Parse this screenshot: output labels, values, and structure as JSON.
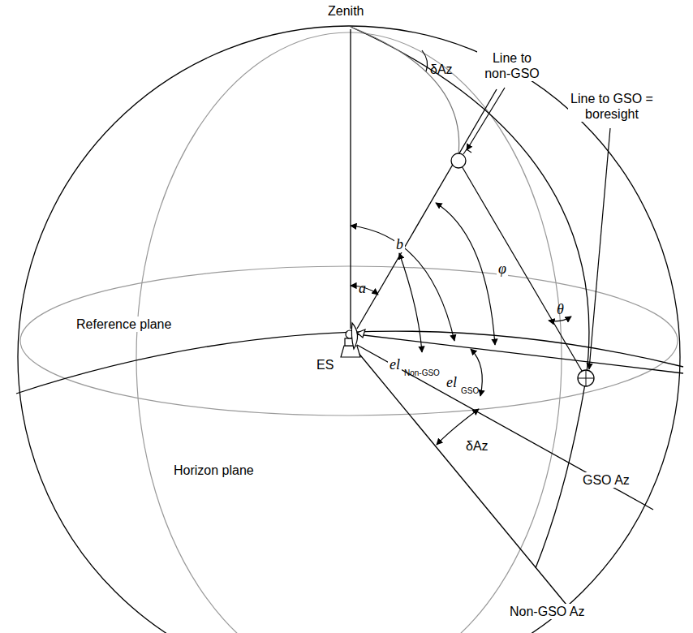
{
  "diagram": {
    "labels": [
      "Zenith",
      "Line to non-GSO",
      "Line to GSO = boresight",
      "δAz",
      "b",
      "a",
      "φ",
      "θ",
      "Reference plane",
      "ES",
      "el",
      "Non-GSO",
      "el",
      "GSO",
      "δAz",
      "GSO Az",
      "Horizon plane",
      "Non-GSO Az"
    ]
  }
}
